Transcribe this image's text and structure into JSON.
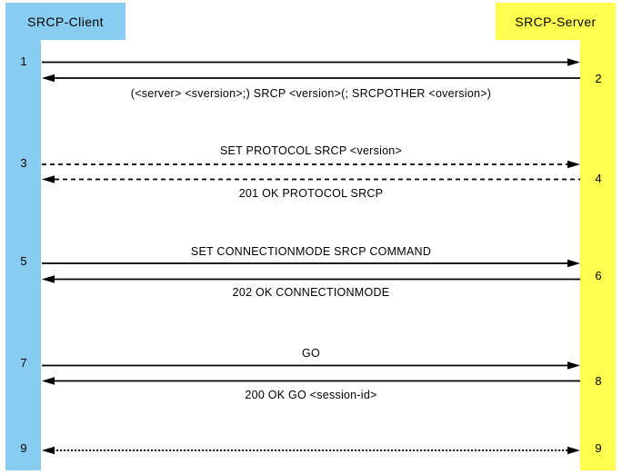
{
  "client": {
    "label": "SRCP-Client"
  },
  "server": {
    "label": "SRCP-Server"
  },
  "colors": {
    "client_fill": "#89CCF2",
    "server_fill": "#FFFF4F",
    "line": "#000000"
  },
  "exchanges": [
    {
      "request_num": "1",
      "response_num": "2",
      "request_label": "",
      "response_label": "(<server> <sversion>;) SRCP <version>(; SRCPOTHER <oversion>)",
      "line_style": "solid"
    },
    {
      "request_num": "3",
      "response_num": "4",
      "request_label": "SET PROTOCOL SRCP <version>",
      "response_label": "201 OK PROTOCOL SRCP",
      "line_style": "dashed"
    },
    {
      "request_num": "5",
      "response_num": "6",
      "request_label": "SET CONNECTIONMODE SRCP COMMAND",
      "response_label": "202 OK CONNECTIONMODE",
      "line_style": "solid"
    },
    {
      "request_num": "7",
      "response_num": "8",
      "request_label": "GO",
      "response_label": "200 OK GO <session-id>",
      "line_style": "solid"
    },
    {
      "left_num": "9",
      "right_num": "9",
      "label": "",
      "line_style": "fine-dashed",
      "bidirectional": true
    }
  ]
}
